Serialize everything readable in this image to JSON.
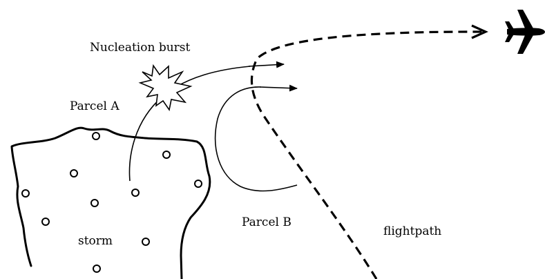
{
  "labels": {
    "nucleation_burst": "Nucleation burst",
    "parcel_a": "Parcel A",
    "parcel_b": "Parcel B",
    "storm": "storm",
    "flightpath": "flightpath"
  },
  "icons": {
    "aircraft": "airplane-icon",
    "burst": "starburst-icon",
    "droplets": "circle-icon"
  },
  "colors": {
    "ink": "#000000",
    "background": "#ffffff"
  }
}
